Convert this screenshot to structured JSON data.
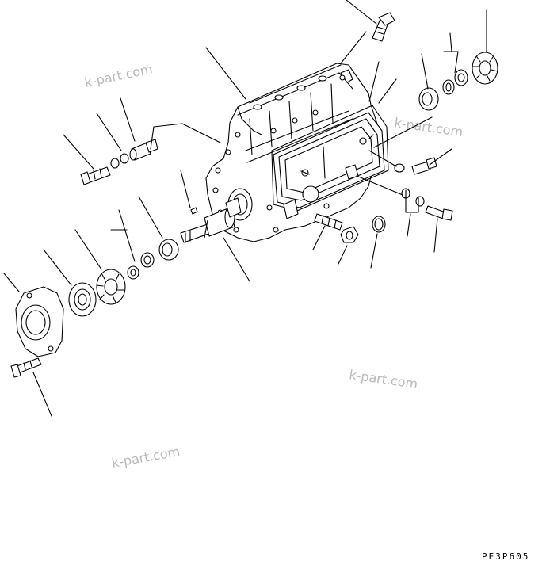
{
  "diagram": {
    "drawing_code": "PE3P605",
    "watermarks": [
      "k-part.com",
      "k-part.com",
      "k-part.com",
      "k-part.com"
    ]
  }
}
